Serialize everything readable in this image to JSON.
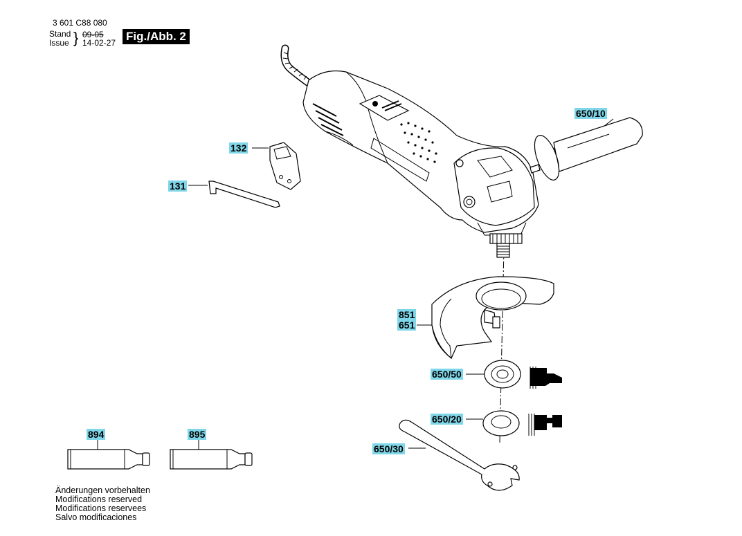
{
  "header": {
    "part_number": "3 601 C88 080",
    "stand_label": "Stand",
    "issue_label": "Issue",
    "stand_date": "09-05",
    "issue_date": "14-02-27",
    "figure_tag": "Fig./Abb. 2"
  },
  "callouts": {
    "c650_10": "650/10",
    "c132": "132",
    "c131": "131",
    "c851": "851",
    "c651": "651",
    "c650_50": "650/50",
    "c650_20": "650/20",
    "c650_30": "650/30",
    "c894": "894",
    "c895": "895"
  },
  "notes": [
    "Änderungen vorbehalten",
    "Modifications reserved",
    "Modifications reservees",
    "Salvo modificaciones"
  ],
  "colors": {
    "callout_bg": "#7fd6e8",
    "line": "#000000"
  }
}
